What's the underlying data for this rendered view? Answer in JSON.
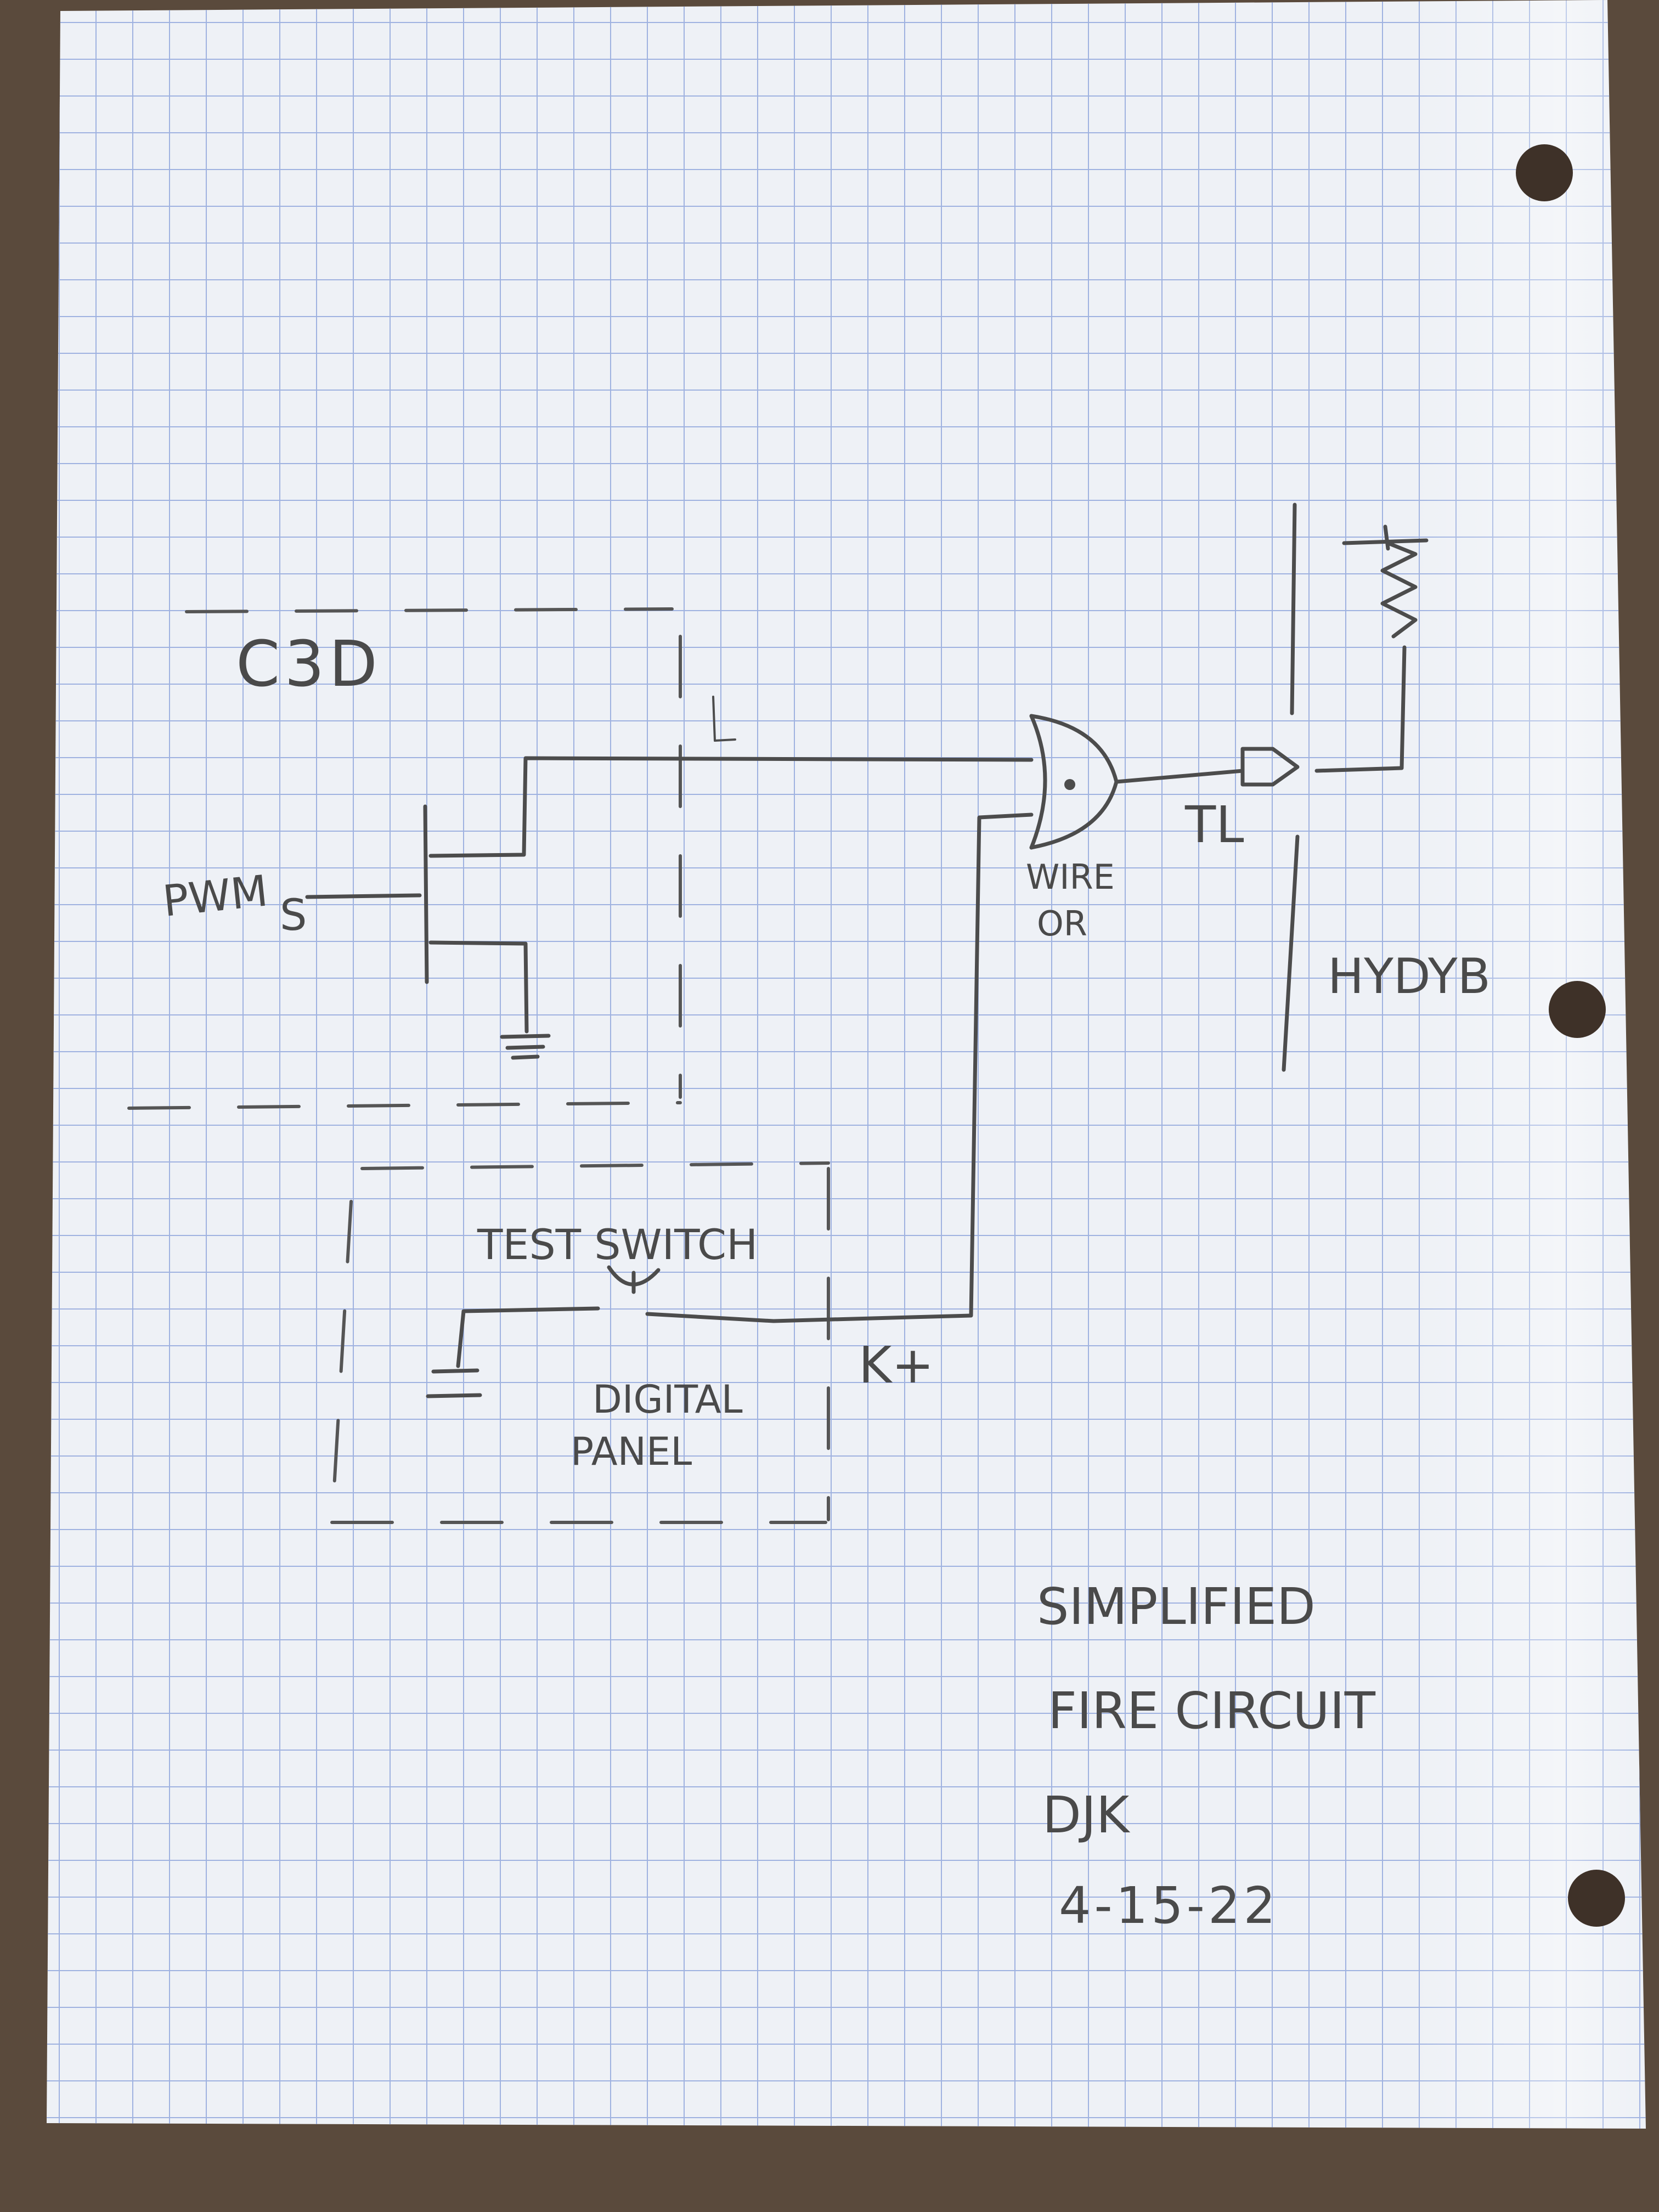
{
  "colors": {
    "desk": "#5a4a3c",
    "paper": "#eef1f6",
    "grid": "#9fb2e0",
    "pencil": "#4a4a4a"
  },
  "labels": {
    "c3d": "C3D",
    "pwm": "PWM",
    "s": "S",
    "wired_or_line1": "WIRE",
    "wired_or_line2": "OR",
    "tl": "TL",
    "hydyb": "HYDYB",
    "test_switch": "TEST SWITCH",
    "digital": "DIGITAL",
    "panel": "PANEL",
    "k_plus": "K+",
    "title_line1": "SIMPLIFIED",
    "title_line2": "FIRE CIRCUIT",
    "initials": "DJK",
    "date": "4-15-22"
  }
}
